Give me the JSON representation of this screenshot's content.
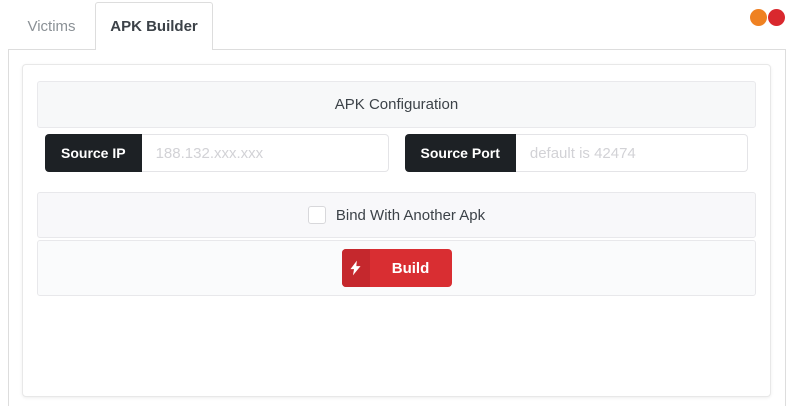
{
  "window": {
    "dots": [
      {
        "name": "orange-dot",
        "color": "#ef8122"
      },
      {
        "name": "red-dot",
        "color": "#d9282e"
      }
    ]
  },
  "tabs": [
    {
      "label": "Victims",
      "active": false
    },
    {
      "label": "APK Builder",
      "active": true
    }
  ],
  "panel": {
    "title": "APK Configuration",
    "fields": [
      {
        "label": "Source IP",
        "value": "",
        "placeholder": "188.132.xxx.xxx"
      },
      {
        "label": "Source Port",
        "value": "",
        "placeholder": "default is 42474"
      }
    ],
    "bind_checkbox": {
      "label": "Bind With Another Apk",
      "checked": false
    },
    "build_button": {
      "label": "Build",
      "icon": "lightning-bolt-icon"
    }
  },
  "colors": {
    "accent_red": "#d92e32",
    "accent_red_dark": "#c5282d",
    "label_dark_bg": "#1d2125",
    "row_bg": "#f8f8fa",
    "border": "#dddddd"
  }
}
